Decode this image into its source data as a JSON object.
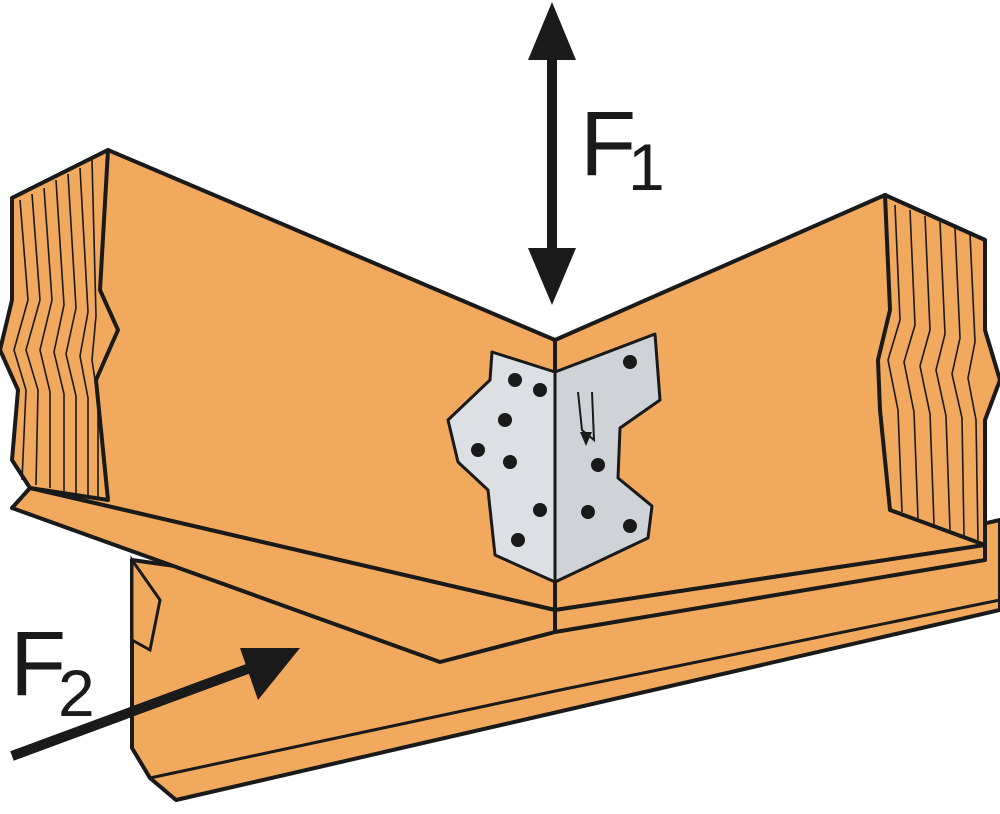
{
  "labels": {
    "force_1": "F",
    "force_1_subscript": "1",
    "force_2": "F",
    "force_2_subscript": "2"
  },
  "colors": {
    "wood": "#f0a95d",
    "outline": "#1a1a1a",
    "metal": "#dcdfe3",
    "metal_shadow": "#b9bec4",
    "background": "#ffffff"
  },
  "icons": {
    "bracket": "framing-angle-connector-icon",
    "arrow_f1": "double-headed-arrow-icon",
    "arrow_f2": "arrow-icon"
  }
}
